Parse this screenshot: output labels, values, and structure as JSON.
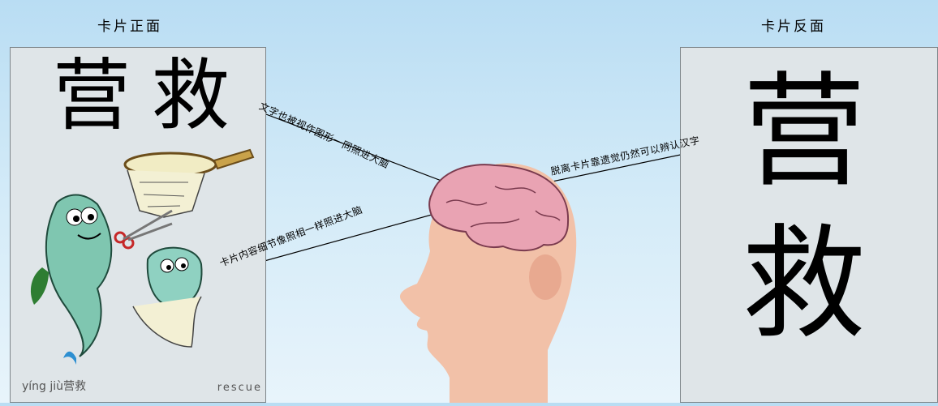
{
  "headings": {
    "front": "卡片正面",
    "back": "卡片反面"
  },
  "front_card": {
    "hanzi": "营救",
    "pinyin": "yíng jiù营救",
    "english": "rescue"
  },
  "back_card": {
    "char_1": "营",
    "char_2": "救"
  },
  "annotations": {
    "text_as_image": "文字也被视作图形一同照进大脑",
    "details_like_photo": "卡片内容细节像照相一样照进大脑",
    "recognize_without_card": "脱离卡片靠遗觉仍然可以辨认汉字"
  },
  "colors": {
    "background_top": "#b9ddf3",
    "card": "#dfe5e8",
    "brain": "#e9a3b3",
    "skin": "#f2c1a8"
  },
  "icons": [
    "fish-icon",
    "net-icon",
    "scissors-icon",
    "head-icon",
    "brain-icon"
  ]
}
